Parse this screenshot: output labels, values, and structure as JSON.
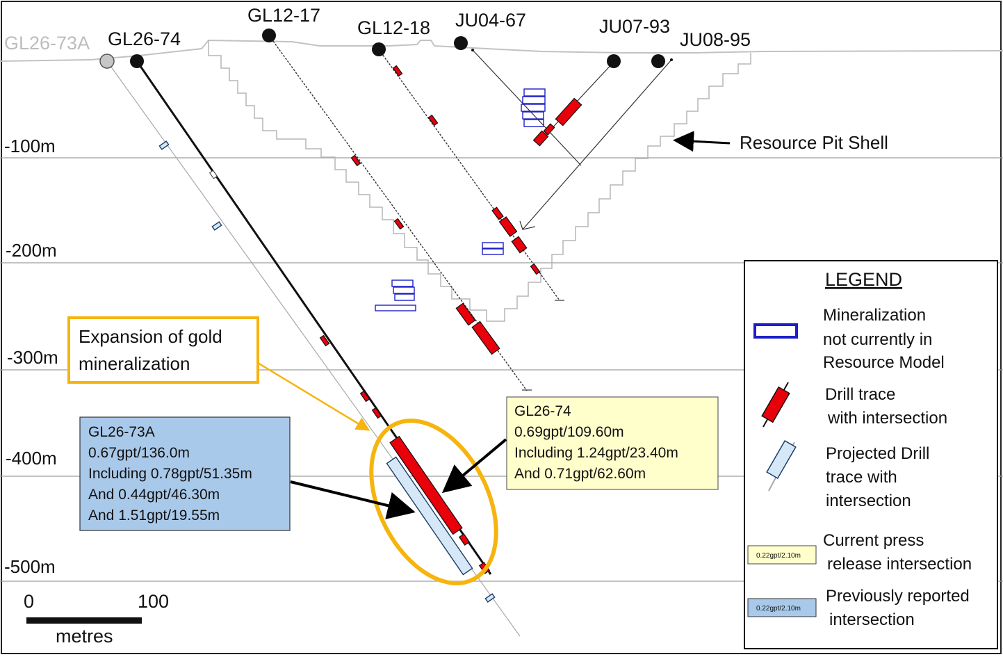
{
  "section": {
    "drill_holes": [
      "GL26-73A",
      "GL26-74",
      "GL12-17",
      "GL12-18",
      "JU04-67",
      "JU07-93",
      "JU08-95"
    ],
    "depth_labels": [
      "-100m",
      "-200m",
      "-300m",
      "-400m",
      "-500m"
    ],
    "pit_shell_label": "Resource Pit Shell",
    "expansion_label_line1": "Expansion of gold",
    "expansion_label_line2": "mineralization"
  },
  "intercept_new": {
    "hole": "GL26-74",
    "lines": [
      "0.69gpt/109.60m",
      "Including 1.24gpt/23.40m",
      "And 0.71gpt/62.60m"
    ]
  },
  "intercept_previous": {
    "hole": "GL26-73A",
    "lines": [
      "0.67gpt/136.0m",
      "Including 0.78gpt/51.35m",
      "And 0.44gpt/46.30m",
      "And 1.51gpt/19.55m"
    ]
  },
  "scale": {
    "start": "0",
    "end": "100",
    "unit": "metres"
  },
  "legend": {
    "title": "LEGEND",
    "mineralization": [
      "Mineralization",
      "not currently in",
      "Resource Model"
    ],
    "drill_trace": [
      "Drill trace",
      "with intersection"
    ],
    "projected_trace": [
      "Projected Drill",
      "trace with",
      "intersection"
    ],
    "current_release": [
      "Current press",
      "release intersection"
    ],
    "previous_release": [
      "Previously reported",
      "intersection"
    ],
    "sample_value": "0.22gpt/2.10m"
  },
  "colors": {
    "drill_intercept": "#e8000b",
    "projected_intercept": "#d6e8f7",
    "mineralization_outline": "#1c1fc7",
    "current_box": "#ffffcc",
    "previous_box": "#a9c9ea",
    "callout_outline": "#f6b40f",
    "pit_shell": "#b5b5b5",
    "grid_line": "#9e9e9e"
  }
}
